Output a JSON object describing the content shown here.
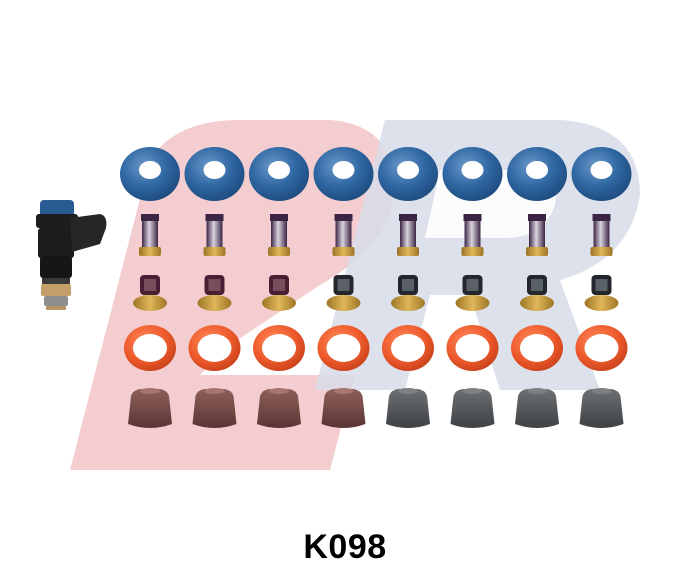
{
  "product": {
    "code": "K098"
  },
  "kit": {
    "sets": 8,
    "components": [
      "blue-o-ring",
      "micro-filter",
      "pintle-filter-cap",
      "orange-o-ring",
      "grey-pintle-cap"
    ],
    "colors": {
      "logo_red": "#f2c4c9",
      "logo_grey": "#d7dce8",
      "blue_ring": "#2f67a3",
      "orange_ring": "#ee5a2c",
      "brown_cap": "#7a4d4a",
      "grey_cap": "#585c5f",
      "purple_filter": "#3b2544",
      "brass": "#c79a3a",
      "injector_body": "#1c1c1c",
      "injector_tip": "#c3a06a"
    }
  }
}
